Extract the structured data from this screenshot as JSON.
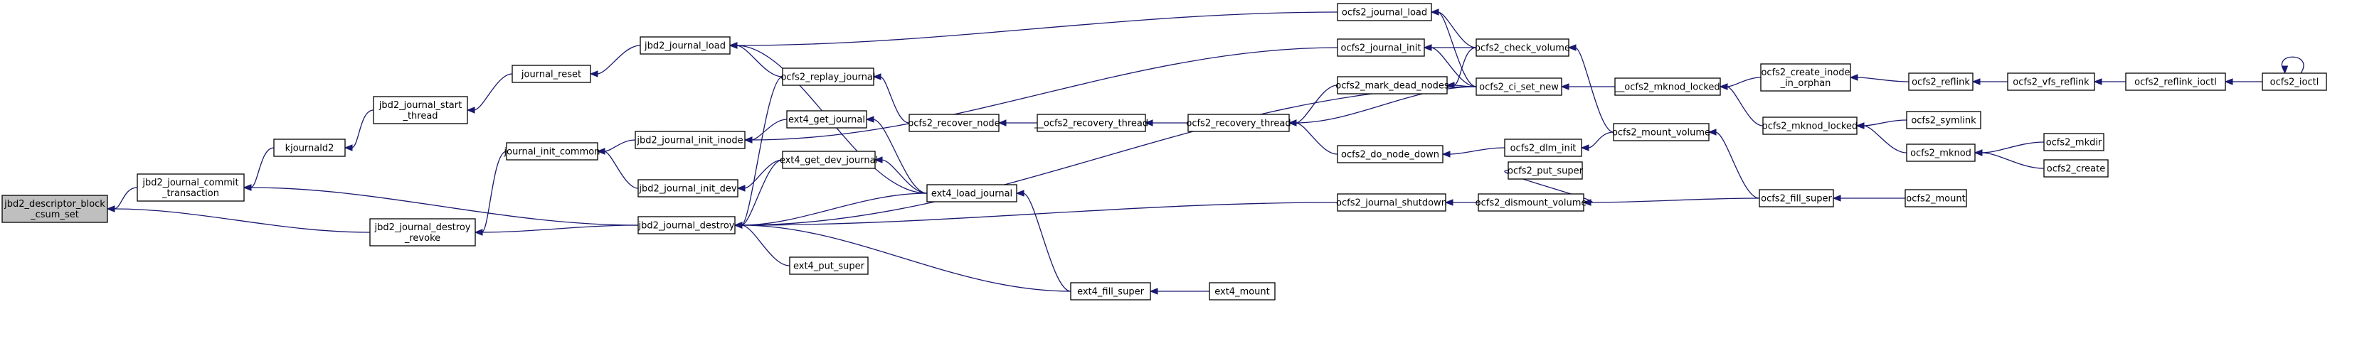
{
  "chart_data": {
    "type": "call-graph",
    "nodes": [
      {
        "id": "descriptor",
        "lines": [
          "jbd2_descriptor_block",
          "_csum_set"
        ],
        "root": true
      },
      {
        "id": "commit",
        "lines": [
          "jbd2_journal_commit",
          "_transaction"
        ]
      },
      {
        "id": "kjournald2",
        "lines": [
          "kjournald2"
        ]
      },
      {
        "id": "start_thread",
        "lines": [
          "jbd2_journal_start",
          "_thread"
        ]
      },
      {
        "id": "journal_reset",
        "lines": [
          "journal_reset"
        ]
      },
      {
        "id": "jbd2_load",
        "lines": [
          "jbd2_journal_load"
        ]
      },
      {
        "id": "destroy_revoke",
        "lines": [
          "jbd2_journal_destroy",
          "_revoke"
        ]
      },
      {
        "id": "init_common",
        "lines": [
          "journal_init_common"
        ]
      },
      {
        "id": "init_inode",
        "lines": [
          "jbd2_journal_init_inode"
        ]
      },
      {
        "id": "init_dev",
        "lines": [
          "jbd2_journal_init_dev"
        ]
      },
      {
        "id": "jbd2_destroy",
        "lines": [
          "jbd2_journal_destroy"
        ]
      },
      {
        "id": "replay",
        "lines": [
          "ocfs2_replay_journal"
        ]
      },
      {
        "id": "ext4_get_journal",
        "lines": [
          "ext4_get_journal"
        ]
      },
      {
        "id": "ext4_get_dev",
        "lines": [
          "ext4_get_dev_journal"
        ]
      },
      {
        "id": "ext4_put_super",
        "lines": [
          "ext4_put_super"
        ]
      },
      {
        "id": "ext4_load",
        "lines": [
          "ext4_load_journal"
        ]
      },
      {
        "id": "ext4_fill",
        "lines": [
          "ext4_fill_super"
        ]
      },
      {
        "id": "ext4_mount",
        "lines": [
          "ext4_mount"
        ]
      },
      {
        "id": "recover_node",
        "lines": [
          "ocfs2_recover_node"
        ]
      },
      {
        "id": "__recovery_thread",
        "lines": [
          "__ocfs2_recovery_thread"
        ]
      },
      {
        "id": "recovery_thread",
        "lines": [
          "ocfs2_recovery_thread"
        ]
      },
      {
        "id": "ocfs2_load",
        "lines": [
          "ocfs2_journal_load"
        ]
      },
      {
        "id": "ocfs2_init",
        "lines": [
          "ocfs2_journal_init"
        ]
      },
      {
        "id": "mark_dead",
        "lines": [
          "ocfs2_mark_dead_nodes"
        ]
      },
      {
        "id": "node_down",
        "lines": [
          "ocfs2_do_node_down"
        ]
      },
      {
        "id": "ocfs2_shutdown",
        "lines": [
          "ocfs2_journal_shutdown"
        ]
      },
      {
        "id": "check_volume",
        "lines": [
          "ocfs2_check_volume"
        ]
      },
      {
        "id": "ci_set_new",
        "lines": [
          "ocfs2_ci_set_new"
        ]
      },
      {
        "id": "dlm_init",
        "lines": [
          "ocfs2_dlm_init"
        ]
      },
      {
        "id": "dismount",
        "lines": [
          "ocfs2_dismount_volume"
        ]
      },
      {
        "id": "put_super",
        "lines": [
          "ocfs2_put_super"
        ]
      },
      {
        "id": "mount_volume",
        "lines": [
          "ocfs2_mount_volume"
        ]
      },
      {
        "id": "__mknod_locked",
        "lines": [
          "__ocfs2_mknod_locked"
        ]
      },
      {
        "id": "create_orphan",
        "lines": [
          "ocfs2_create_inode",
          "_in_orphan"
        ]
      },
      {
        "id": "mknod_locked",
        "lines": [
          "ocfs2_mknod_locked"
        ]
      },
      {
        "id": "fill_super",
        "lines": [
          "ocfs2_fill_super"
        ]
      },
      {
        "id": "reflink",
        "lines": [
          "ocfs2_reflink"
        ]
      },
      {
        "id": "symlink",
        "lines": [
          "ocfs2_symlink"
        ]
      },
      {
        "id": "mknod",
        "lines": [
          "ocfs2_mknod"
        ]
      },
      {
        "id": "mount",
        "lines": [
          "ocfs2_mount"
        ]
      },
      {
        "id": "vfs_reflink",
        "lines": [
          "ocfs2_vfs_reflink"
        ]
      },
      {
        "id": "mkdir",
        "lines": [
          "ocfs2_mkdir"
        ]
      },
      {
        "id": "create",
        "lines": [
          "ocfs2_create"
        ]
      },
      {
        "id": "reflink_ioctl",
        "lines": [
          "ocfs2_reflink_ioctl"
        ]
      },
      {
        "id": "ioctl",
        "lines": [
          "ocfs2_ioctl"
        ]
      }
    ],
    "edges": [
      [
        "commit",
        "descriptor"
      ],
      [
        "destroy_revoke",
        "descriptor"
      ],
      [
        "kjournald2",
        "commit"
      ],
      [
        "jbd2_destroy",
        "commit"
      ],
      [
        "start_thread",
        "kjournald2"
      ],
      [
        "journal_reset",
        "start_thread"
      ],
      [
        "jbd2_load",
        "journal_reset"
      ],
      [
        "replay",
        "jbd2_load"
      ],
      [
        "ext4_load",
        "jbd2_load"
      ],
      [
        "ocfs2_load",
        "jbd2_load"
      ],
      [
        "init_common",
        "destroy_revoke"
      ],
      [
        "jbd2_destroy",
        "destroy_revoke"
      ],
      [
        "init_inode",
        "init_common"
      ],
      [
        "init_dev",
        "init_common"
      ],
      [
        "ocfs2_init",
        "init_inode"
      ],
      [
        "ext4_get_journal",
        "init_inode"
      ],
      [
        "ext4_get_dev",
        "init_dev"
      ],
      [
        "replay",
        "jbd2_destroy"
      ],
      [
        "ext4_get_dev",
        "jbd2_destroy"
      ],
      [
        "ext4_put_super",
        "jbd2_destroy"
      ],
      [
        "ext4_load",
        "jbd2_destroy"
      ],
      [
        "ext4_fill",
        "jbd2_destroy"
      ],
      [
        "ocfs2_shutdown",
        "jbd2_destroy"
      ],
      [
        "ci_set_new",
        "jbd2_destroy"
      ],
      [
        "recover_node",
        "replay"
      ],
      [
        "ext4_load",
        "ext4_get_journal"
      ],
      [
        "ext4_load",
        "ext4_get_dev"
      ],
      [
        "ext4_fill",
        "ext4_load"
      ],
      [
        "ext4_mount",
        "ext4_fill"
      ],
      [
        "__recovery_thread",
        "recover_node"
      ],
      [
        "recovery_thread",
        "__recovery_thread"
      ],
      [
        "mark_dead",
        "recovery_thread"
      ],
      [
        "node_down",
        "recovery_thread"
      ],
      [
        "ci_set_new",
        "recovery_thread"
      ],
      [
        "check_volume",
        "ocfs2_load"
      ],
      [
        "check_volume",
        "ocfs2_init"
      ],
      [
        "ci_set_new",
        "ocfs2_load"
      ],
      [
        "ci_set_new",
        "ocfs2_init"
      ],
      [
        "check_volume",
        "mark_dead"
      ],
      [
        "ci_set_new",
        "mark_dead"
      ],
      [
        "dlm_init",
        "node_down"
      ],
      [
        "dismount",
        "ocfs2_shutdown"
      ],
      [
        "mount_volume",
        "check_volume"
      ],
      [
        "__mknod_locked",
        "ci_set_new"
      ],
      [
        "mount_volume",
        "dlm_init"
      ],
      [
        "put_super",
        "dismount"
      ],
      [
        "fill_super",
        "dismount"
      ],
      [
        "fill_super",
        "mount_volume"
      ],
      [
        "create_orphan",
        "__mknod_locked"
      ],
      [
        "mknod_locked",
        "__mknod_locked"
      ],
      [
        "reflink",
        "create_orphan"
      ],
      [
        "symlink",
        "mknod_locked"
      ],
      [
        "mknod",
        "mknod_locked"
      ],
      [
        "mount",
        "fill_super"
      ],
      [
        "vfs_reflink",
        "reflink"
      ],
      [
        "mkdir",
        "mknod"
      ],
      [
        "create",
        "mknod"
      ],
      [
        "reflink_ioctl",
        "vfs_reflink"
      ],
      [
        "ioctl",
        "reflink_ioctl"
      ],
      [
        "ioctl",
        "ioctl"
      ]
    ]
  }
}
